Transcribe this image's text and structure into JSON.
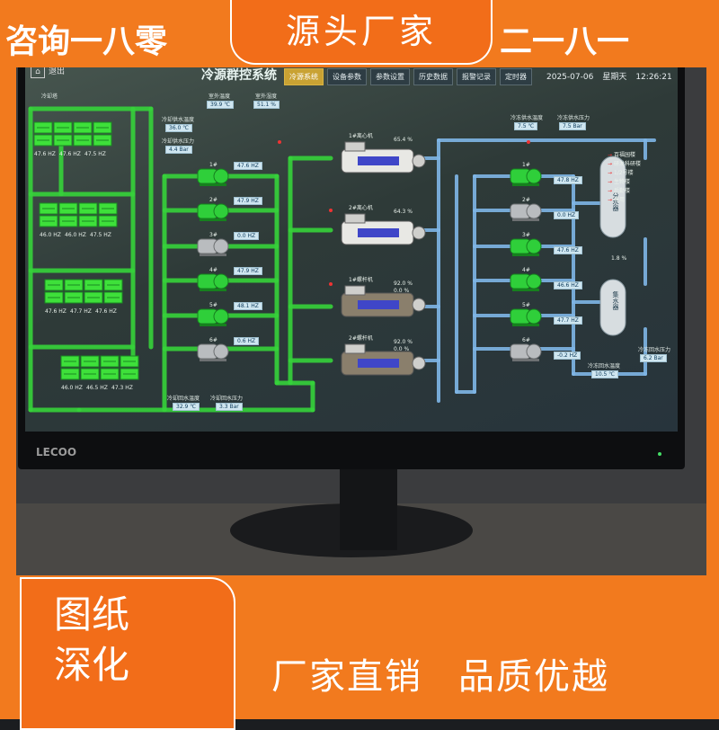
{
  "banner": {
    "top_left": "咨询一八零",
    "top_right": "二一八一",
    "top_tag": "源头厂家",
    "left_tag_line1": "图纸",
    "left_tag_line2": "深化",
    "bottom_tag_1": "厂家直销",
    "bottom_tag_2": "品质优越"
  },
  "monitor": {
    "brand": "LECOO"
  },
  "hmi": {
    "exit_label": "退出",
    "title": "冷源群控系统",
    "tabs": [
      {
        "label": "冷源系统",
        "active": true
      },
      {
        "label": "设备参数",
        "active": false
      },
      {
        "label": "参数设置",
        "active": false
      },
      {
        "label": "历史数据",
        "active": false
      },
      {
        "label": "报警记录",
        "active": false
      },
      {
        "label": "定时器",
        "active": false
      }
    ],
    "date": "2025-07-06",
    "weekday": "星期天",
    "time": "12:26:21",
    "cooling_tower_label": "冷却塔",
    "outdoor_temp_label": "室外温度",
    "outdoor_temp": "39.9 ℃",
    "outdoor_humidity_label": "室外湿度",
    "outdoor_humidity": "51.1 %",
    "cw_supply_temp_label": "冷却供水温度",
    "cw_supply_temp": "36.0 ℃",
    "cw_supply_press_label": "冷却供水压力",
    "cw_supply_press": "4.4 Bar",
    "cw_return_temp_label": "冷却回水温度",
    "cw_return_temp": "32.9 ℃",
    "cw_return_press_label": "冷却回水压力",
    "cw_return_press": "3.3 Bar",
    "chw_supply_temp_label": "冷冻供水温度",
    "chw_supply_temp": "7.5 ℃",
    "chw_supply_press_label": "冷冻供水压力",
    "chw_supply_press": "7.5 Bar",
    "chw_return_temp_label": "冷冻回水温度",
    "chw_return_temp": "10.5 ℃",
    "chw_return_press_label": "冷冻回水压力",
    "chw_return_press": "6.2 Bar",
    "tower_hz": [
      "47.6 HZ",
      "47.6 HZ",
      "47.5 HZ",
      "46.0 HZ",
      "46.0 HZ",
      "47.5 HZ",
      "47.6 HZ",
      "47.7 HZ",
      "47.6 HZ",
      "46.0 HZ",
      "46.5 HZ",
      "47.3 HZ"
    ],
    "cooling_pumps": [
      {
        "name": "1#",
        "hz": "47.6 HZ",
        "running": true
      },
      {
        "name": "2#",
        "hz": "47.9 HZ",
        "running": true
      },
      {
        "name": "3#",
        "hz": "0.0 HZ",
        "running": false
      },
      {
        "name": "4#",
        "hz": "47.9 HZ",
        "running": true
      },
      {
        "name": "5#",
        "hz": "48.1 HZ",
        "running": true
      },
      {
        "name": "6#",
        "hz": "0.6 HZ",
        "running": false
      }
    ],
    "chillers": [
      {
        "name": "1#离心机",
        "load": "65.4 %",
        "valve": ""
      },
      {
        "name": "2#离心机",
        "load": "64.3 %",
        "valve": ""
      },
      {
        "name": "1#螺杆机",
        "load": "92.0 %",
        "valve": "0.0 %"
      },
      {
        "name": "2#螺杆机",
        "load": "92.0 %",
        "valve": "0.0 %"
      }
    ],
    "chilled_pumps": [
      {
        "name": "1#",
        "hz": "47.8 HZ",
        "running": true
      },
      {
        "name": "2#",
        "hz": "0.0 HZ",
        "running": false
      },
      {
        "name": "3#",
        "hz": "47.6 HZ",
        "running": true
      },
      {
        "name": "4#",
        "hz": "46.6 HZ",
        "running": true
      },
      {
        "name": "5#",
        "hz": "47.7 HZ",
        "running": true
      },
      {
        "name": "6#",
        "hz": "-0.2 HZ",
        "running": false
      }
    ],
    "supply_header_label": "分水器",
    "return_header_label": "集水器",
    "bypass_pct": "1.8 %",
    "branches": [
      "百福园楼",
      "研发科研楼",
      "1/2号楼",
      "生物楼",
      "后勤楼",
      "备用"
    ]
  },
  "colors": {
    "cooling_pipe": "#36d33a",
    "chilled_pipe": "#7fb6e6",
    "pump_on": "#2fcf3a",
    "pump_off": "#b9bcbf",
    "accent_tab": "#c9a233",
    "frame": "#f27a1e"
  }
}
